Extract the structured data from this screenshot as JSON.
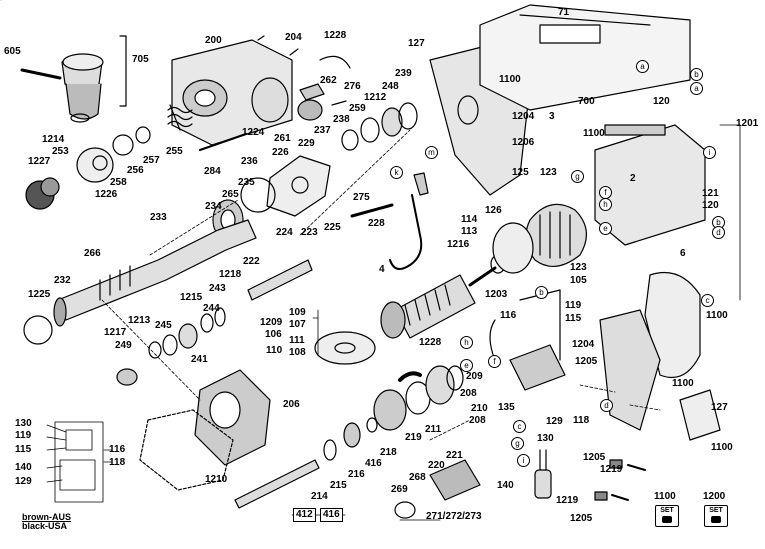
{
  "diagram": {
    "part_labels": [
      {
        "id": "p605",
        "text": "605"
      },
      {
        "id": "p705",
        "text": "705"
      },
      {
        "id": "p200",
        "text": "200"
      },
      {
        "id": "p204",
        "text": "204"
      },
      {
        "id": "p1228a",
        "text": "1228"
      },
      {
        "id": "p127a",
        "text": "127"
      },
      {
        "id": "p71",
        "text": "71"
      },
      {
        "id": "p1100a",
        "text": "1100"
      },
      {
        "id": "p700",
        "text": "700"
      },
      {
        "id": "p1214",
        "text": "1214"
      },
      {
        "id": "p253",
        "text": "253"
      },
      {
        "id": "p1227",
        "text": "1227"
      },
      {
        "id": "p258",
        "text": "258"
      },
      {
        "id": "p1226",
        "text": "1226"
      },
      {
        "id": "p256",
        "text": "256"
      },
      {
        "id": "p257",
        "text": "257"
      },
      {
        "id": "p255",
        "text": "255"
      },
      {
        "id": "p262",
        "text": "262"
      },
      {
        "id": "p276",
        "text": "276"
      },
      {
        "id": "p239",
        "text": "239"
      },
      {
        "id": "p248",
        "text": "248"
      },
      {
        "id": "p1212",
        "text": "1212"
      },
      {
        "id": "p259",
        "text": "259"
      },
      {
        "id": "p238",
        "text": "238"
      },
      {
        "id": "p237",
        "text": "237"
      },
      {
        "id": "p1224",
        "text": "1224"
      },
      {
        "id": "p261",
        "text": "261"
      },
      {
        "id": "p229",
        "text": "229"
      },
      {
        "id": "p226",
        "text": "226"
      },
      {
        "id": "p236",
        "text": "236"
      },
      {
        "id": "p284",
        "text": "284"
      },
      {
        "id": "p1204a",
        "text": "1204"
      },
      {
        "id": "p3",
        "text": "3"
      },
      {
        "id": "p1206",
        "text": "1206"
      },
      {
        "id": "p1100b",
        "text": "1100"
      },
      {
        "id": "p120a",
        "text": "120"
      },
      {
        "id": "p1201",
        "text": "1201"
      },
      {
        "id": "p123a",
        "text": "123"
      },
      {
        "id": "p125",
        "text": "125"
      },
      {
        "id": "p235",
        "text": "235"
      },
      {
        "id": "p265",
        "text": "265"
      },
      {
        "id": "p234",
        "text": "234"
      },
      {
        "id": "p275",
        "text": "275"
      },
      {
        "id": "p233",
        "text": "233"
      },
      {
        "id": "p228",
        "text": "228"
      },
      {
        "id": "p225",
        "text": "225"
      },
      {
        "id": "p224",
        "text": "224"
      },
      {
        "id": "p223",
        "text": "223"
      },
      {
        "id": "p1216",
        "text": "1216"
      },
      {
        "id": "p126",
        "text": "126"
      },
      {
        "id": "p114",
        "text": "114"
      },
      {
        "id": "p113",
        "text": "113"
      },
      {
        "id": "p2",
        "text": "2"
      },
      {
        "id": "p121",
        "text": "121"
      },
      {
        "id": "p120b",
        "text": "120"
      },
      {
        "id": "p6",
        "text": "6"
      },
      {
        "id": "p123b",
        "text": "123"
      },
      {
        "id": "p105",
        "text": "105"
      },
      {
        "id": "p266",
        "text": "266"
      },
      {
        "id": "p232",
        "text": "232"
      },
      {
        "id": "p1225",
        "text": "1225"
      },
      {
        "id": "p222",
        "text": "222"
      },
      {
        "id": "p1218",
        "text": "1218"
      },
      {
        "id": "p4",
        "text": "4"
      },
      {
        "id": "p1203",
        "text": "1203"
      },
      {
        "id": "p243",
        "text": "243"
      },
      {
        "id": "p1215",
        "text": "1215"
      },
      {
        "id": "p244",
        "text": "244"
      },
      {
        "id": "p1213",
        "text": "1213"
      },
      {
        "id": "p245",
        "text": "245"
      },
      {
        "id": "p1217",
        "text": "1217"
      },
      {
        "id": "p249",
        "text": "249"
      },
      {
        "id": "p241",
        "text": "241"
      },
      {
        "id": "p1209",
        "text": "1209"
      },
      {
        "id": "p106",
        "text": "106"
      },
      {
        "id": "p109",
        "text": "109"
      },
      {
        "id": "p107",
        "text": "107"
      },
      {
        "id": "p111",
        "text": "111"
      },
      {
        "id": "p108",
        "text": "108"
      },
      {
        "id": "p110",
        "text": "110"
      },
      {
        "id": "p1228b",
        "text": "1228"
      },
      {
        "id": "p119",
        "text": "119"
      },
      {
        "id": "p115a",
        "text": "115"
      },
      {
        "id": "p116a",
        "text": "116"
      },
      {
        "id": "p1100c",
        "text": "1100"
      },
      {
        "id": "p1204b",
        "text": "1204"
      },
      {
        "id": "p1205a",
        "text": "1205"
      },
      {
        "id": "p1100d",
        "text": "1100"
      },
      {
        "id": "p209",
        "text": "209"
      },
      {
        "id": "p208a",
        "text": "208"
      },
      {
        "id": "p210",
        "text": "210"
      },
      {
        "id": "p208b",
        "text": "208"
      },
      {
        "id": "p135",
        "text": "135"
      },
      {
        "id": "p118",
        "text": "118"
      },
      {
        "id": "p129a",
        "text": "129"
      },
      {
        "id": "p130a",
        "text": "130"
      },
      {
        "id": "p127b",
        "text": "127"
      },
      {
        "id": "p1100e",
        "text": "1100"
      },
      {
        "id": "p206",
        "text": "206"
      },
      {
        "id": "p211",
        "text": "211"
      },
      {
        "id": "p219",
        "text": "219"
      },
      {
        "id": "p218",
        "text": "218"
      },
      {
        "id": "p416a",
        "text": "416"
      },
      {
        "id": "p216",
        "text": "216"
      },
      {
        "id": "p215",
        "text": "215"
      },
      {
        "id": "p214",
        "text": "214"
      },
      {
        "id": "p1210",
        "text": "1210"
      },
      {
        "id": "p221",
        "text": "221"
      },
      {
        "id": "p220",
        "text": "220"
      },
      {
        "id": "p268",
        "text": "268"
      },
      {
        "id": "p269",
        "text": "269"
      },
      {
        "id": "p271",
        "text": "271/272/273"
      },
      {
        "id": "p140a",
        "text": "140"
      },
      {
        "id": "p1205b",
        "text": "1205"
      },
      {
        "id": "p1219a",
        "text": "1219"
      },
      {
        "id": "p1219b",
        "text": "1219"
      },
      {
        "id": "p1205c",
        "text": "1205"
      },
      {
        "id": "p1100f",
        "text": "1100"
      },
      {
        "id": "p1200",
        "text": "1200"
      },
      {
        "id": "p130b",
        "text": "130"
      },
      {
        "id": "p119b",
        "text": "119"
      },
      {
        "id": "p115b",
        "text": "115"
      },
      {
        "id": "p116b",
        "text": "116"
      },
      {
        "id": "p140b",
        "text": "140"
      },
      {
        "id": "p118b",
        "text": "118"
      },
      {
        "id": "p129b",
        "text": "129"
      }
    ],
    "boxed_labels": [
      {
        "id": "b412",
        "text": "412"
      },
      {
        "id": "b416",
        "text": "416"
      }
    ],
    "connector_letters": [
      {
        "id": "la1",
        "text": "a"
      },
      {
        "id": "lb1",
        "text": "b"
      },
      {
        "id": "la2",
        "text": "a"
      },
      {
        "id": "lm",
        "text": "m"
      },
      {
        "id": "lk",
        "text": "k"
      },
      {
        "id": "lg",
        "text": "g"
      },
      {
        "id": "lf",
        "text": "f"
      },
      {
        "id": "lh",
        "text": "h"
      },
      {
        "id": "le",
        "text": "e"
      },
      {
        "id": "li1",
        "text": "i"
      },
      {
        "id": "lb2",
        "text": "b"
      },
      {
        "id": "ld1",
        "text": "d"
      },
      {
        "id": "lc1",
        "text": "c"
      },
      {
        "id": "lb3",
        "text": "b"
      },
      {
        "id": "lf2",
        "text": "f"
      },
      {
        "id": "lh2",
        "text": "h"
      },
      {
        "id": "le2",
        "text": "e"
      },
      {
        "id": "lc2",
        "text": "c"
      },
      {
        "id": "ld2",
        "text": "d"
      },
      {
        "id": "lg2",
        "text": "g"
      },
      {
        "id": "li2",
        "text": "i"
      }
    ],
    "set_badges": [
      {
        "id": "set1",
        "text": "SET"
      },
      {
        "id": "set2",
        "text": "SET"
      }
    ],
    "wiring_note": {
      "line1": "brown-AUS",
      "line2": "black-USA"
    }
  }
}
